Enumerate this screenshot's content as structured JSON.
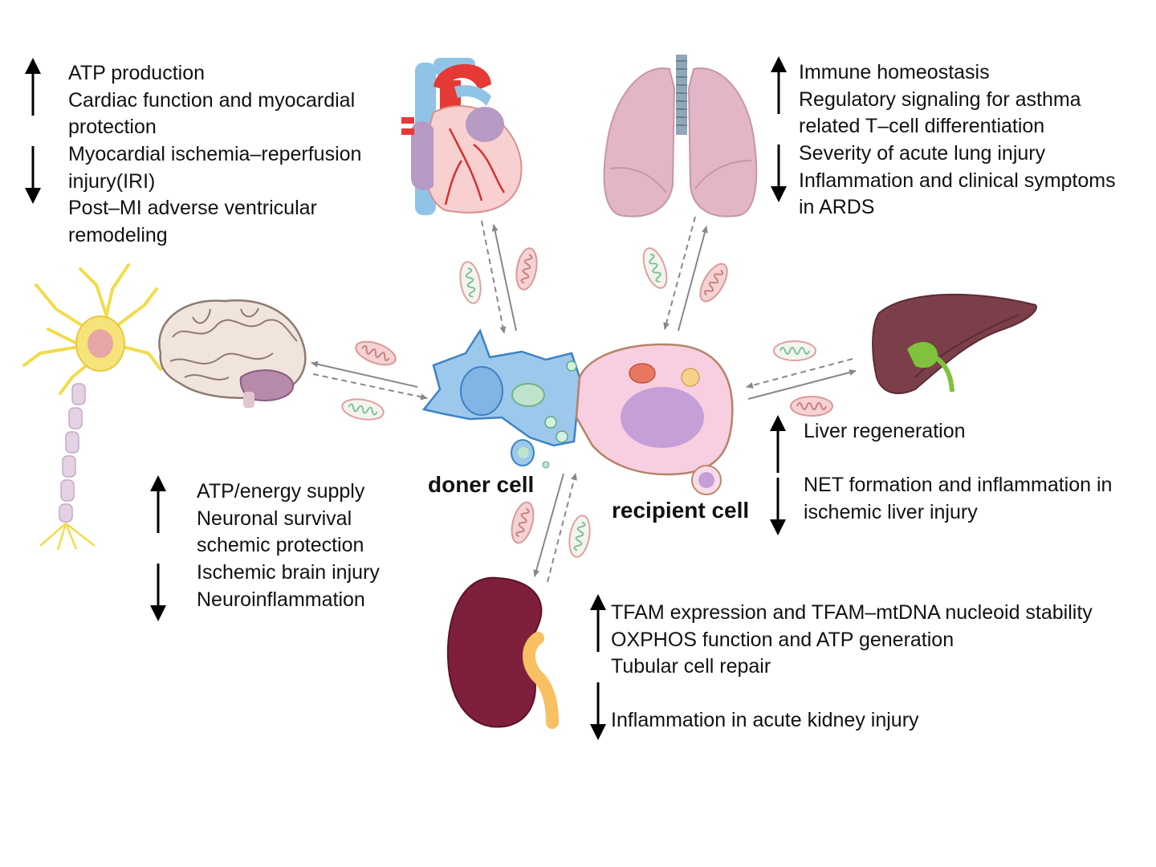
{
  "cells": {
    "donor": "doner cell",
    "recipient": "recipient cell"
  },
  "organs": {
    "heart": {
      "icon": "heart-icon",
      "up": [
        "ATP production",
        "Cardiac function and myocardial",
        "protection"
      ],
      "down": [
        "Myocardial ischemia–reperfusion",
        "injury(IRI)",
        "Post–MI adverse ventricular",
        "remodeling"
      ]
    },
    "lung": {
      "icon": "lungs-icon",
      "up": [
        "Immune homeostasis",
        "Regulatory signaling for asthma",
        "related T–cell differentiation"
      ],
      "down": [
        "Severity of acute lung injury",
        "Inflammation and clinical symptoms",
        "in ARDS"
      ]
    },
    "brain": {
      "icon": "brain-icon",
      "up": [
        "ATP/energy supply",
        "Neuronal survival",
        "schemic protection"
      ],
      "down": [
        "Ischemic brain injury",
        "Neuroinflammation"
      ]
    },
    "liver": {
      "icon": "liver-icon",
      "up": [
        "Liver regeneration"
      ],
      "down": [
        "NET formation and inflammation in",
        "ischemic liver injury"
      ]
    },
    "kidney": {
      "icon": "kidney-icon",
      "up": [
        "TFAM expression and TFAM–mtDNA nucleoid stability",
        "OXPHOS function and ATP generation",
        "Tubular cell repair"
      ],
      "down": [
        "Inflammation in acute kidney injury"
      ]
    }
  },
  "colors": {
    "donor_cell": "#9cc8ec",
    "recipient_cell": "#f8cfe0",
    "mitochondria": "#f4c9c9",
    "arrow": "#888888",
    "heart_red": "#e53935",
    "vessel_blue": "#90c4e6",
    "lung": "#e2b6c6",
    "liver": "#7a3f48",
    "kidney": "#7e1f3b"
  }
}
